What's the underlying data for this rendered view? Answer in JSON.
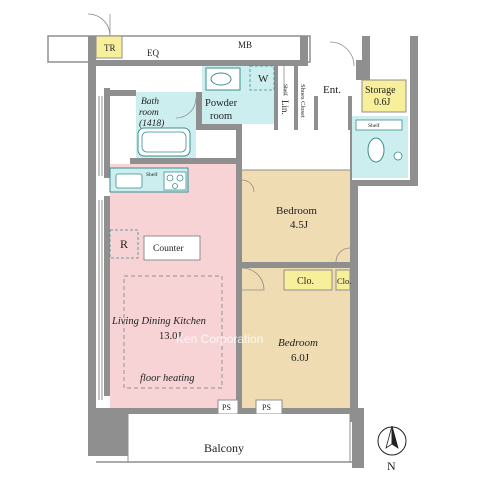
{
  "colors": {
    "wall": "#8f8f8f",
    "ldk": "#f7d3d6",
    "bedroom": "#efdcb3",
    "wet": "#cdeeee",
    "yellow": "#f7ef9a",
    "fixture_line": "#3a8f8f",
    "balcony_bg": "#ffffff"
  },
  "rooms": {
    "tr": "TR",
    "eq": "EQ",
    "mb": "MB",
    "w": "W",
    "shelf_top": "Shelf",
    "powder_line1": "Powder",
    "powder_line2": "room",
    "bath_line1": "Bath",
    "bath_line2": "room",
    "bath_size": "(1418)",
    "lin": "Lin.",
    "shoes_closet": "Shoes Closet",
    "ent": "Ent.",
    "storage_line1": "Storage",
    "storage_line2": "0.6J",
    "shelf_toilet": "Shelf",
    "shelf_kitchen": "Shelf",
    "fridge": "R",
    "counter": "Counter",
    "bedroom1_line1": "Bedroom",
    "bedroom1_line2": "4.5J",
    "clo1": "Clo.",
    "clo2": "Clo.",
    "ldk_line1": "Living Dining Kitchen",
    "ldk_line2": "13.0J",
    "floor_heating": "floor heating",
    "bedroom2_line1": "Bedroom",
    "bedroom2_line2": "6.0J",
    "ps1": "PS",
    "ps2": "PS",
    "balcony": "Balcony"
  },
  "compass": {
    "label": "N"
  },
  "watermark": "Ken Corporation"
}
